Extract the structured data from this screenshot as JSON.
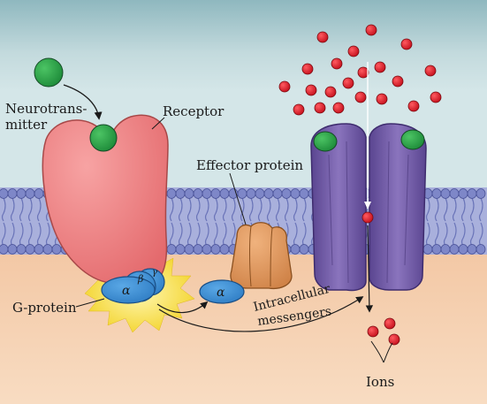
{
  "labels": {
    "neurotransmitter_line1": "Neurotrans-",
    "neurotransmitter_line2": "mitter",
    "receptor": "Receptor",
    "effector_protein": "Effector protein",
    "g_protein": "G-protein",
    "intracellular": "Intracellular",
    "messengers": "messengers",
    "ions": "Ions"
  },
  "subunits": {
    "alpha": "α",
    "beta": "β",
    "gamma": "γ",
    "alpha_free": "α"
  },
  "colors": {
    "extracellular": "#cfe2e5",
    "cytoplasm": "#f3c8a5",
    "membrane_head": "#7e87c8",
    "membrane_tail": "#6a74b8",
    "receptor": "#ee7f7f",
    "neurotransmitter": "#2ea84a",
    "g_protein": "#3d8fd0",
    "glow": "#f6e04d",
    "effector": "#e09a5f",
    "channel": "#6a549e",
    "ion": "#e0202c"
  }
}
